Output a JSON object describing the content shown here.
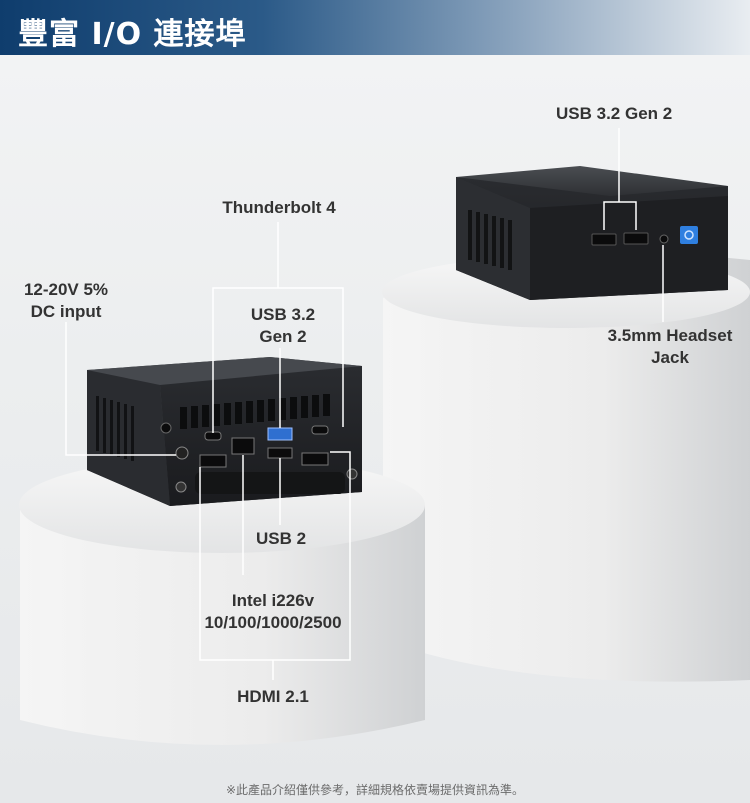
{
  "header": {
    "title": "豐富 I/O 連接埠"
  },
  "labels": {
    "usb32_gen2_top": "USB 3.2 Gen 2",
    "thunderbolt4": "Thunderbolt 4",
    "dc_input_line1": "12-20V 5%",
    "dc_input_line2": "DC input",
    "usb32_gen2_rear_line1": "USB 3.2",
    "usb32_gen2_rear_line2": "Gen 2",
    "headset_line1": "3.5mm Headset",
    "headset_line2": "Jack",
    "usb2": "USB 2",
    "lan_line1": "Intel i226v",
    "lan_line2": "10/100/1000/2500",
    "hdmi": "HDMI 2.1"
  },
  "footnote": "※此產品介紹僅供參考，詳細規格依賣場提供資訊為準。",
  "colors": {
    "header_dark": "#0f3d6d",
    "power_button": "#2f7fe0",
    "usb_blue": "#2f6fd0"
  }
}
